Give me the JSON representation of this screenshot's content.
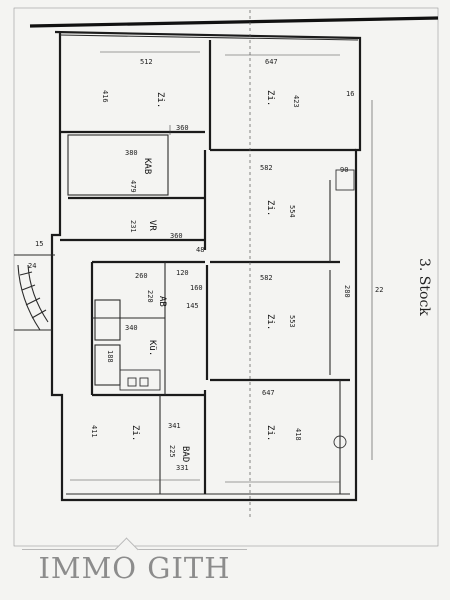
{
  "plan": {
    "floor_note": "3. Stock",
    "rooms": [
      {
        "id": "top-left-room",
        "name": "Zi.",
        "w": "512",
        "h": "416"
      },
      {
        "id": "top-right-room",
        "name": "Zi.",
        "w": "647",
        "h": "423"
      },
      {
        "id": "kab",
        "name": "KAB",
        "w": "380",
        "h": "479"
      },
      {
        "id": "vr",
        "name": "VR",
        "w": "360",
        "h": "231"
      },
      {
        "id": "mid-right-room-1",
        "name": "Zi.",
        "w": "582",
        "h": "554"
      },
      {
        "id": "ab",
        "name": "AB",
        "w": "260",
        "h": "220"
      },
      {
        "id": "kue",
        "name": "Kü.",
        "w": "340",
        "h": "188"
      },
      {
        "id": "mid-right-room-2",
        "name": "Zi.",
        "w": "582",
        "h": "553"
      },
      {
        "id": "bot-left-room",
        "name": "Zi.",
        "w": "341",
        "h": "411"
      },
      {
        "id": "bad",
        "name": "BAD",
        "w": "331",
        "h": "225"
      },
      {
        "id": "bot-right-room",
        "name": "Zi.",
        "w": "647",
        "h": "418"
      }
    ],
    "dimensions": [
      "360",
      "120",
      "160",
      "145",
      "15",
      "24",
      "90",
      "48",
      "280",
      "22",
      "16"
    ]
  },
  "brand": {
    "logo_text": "IMMO GITH",
    "logo_color": "#8c8c8c"
  }
}
